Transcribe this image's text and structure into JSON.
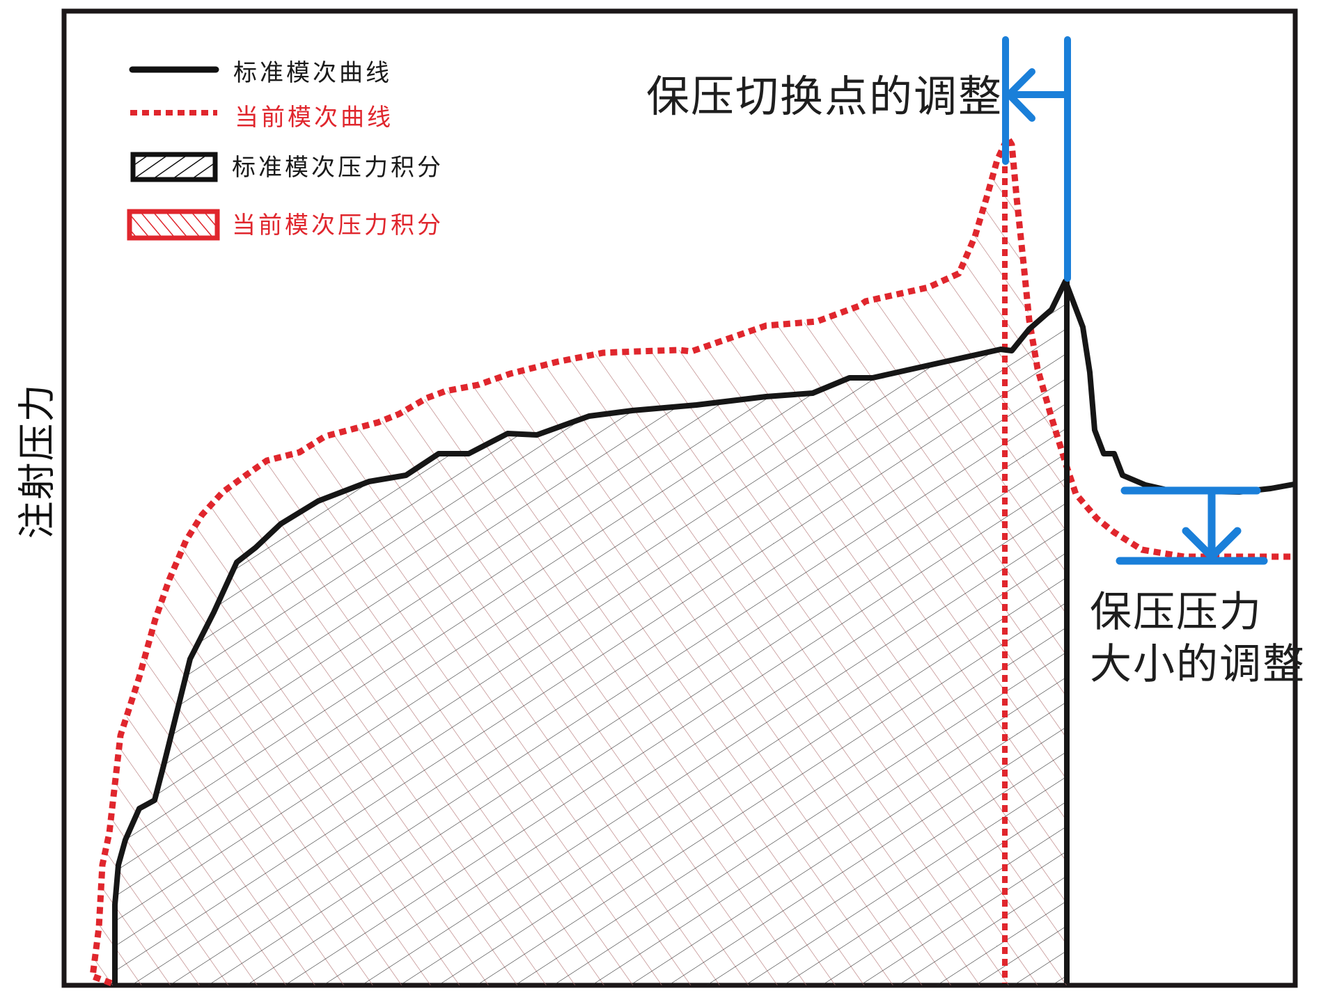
{
  "legend": {
    "items": [
      {
        "label": "标准模次曲线",
        "type": "solid-line",
        "color": "#111111"
      },
      {
        "label": "当前模次曲线",
        "type": "dotted-line",
        "color": "#e0262d"
      },
      {
        "label": "标准模次压力积分",
        "type": "hatched-box",
        "color": "#111111"
      },
      {
        "label": "当前模次压力积分",
        "type": "hatched-box",
        "color": "#e0262d"
      }
    ]
  },
  "axis": {
    "ylabel": "注射压力",
    "xlabel": ""
  },
  "annotations": {
    "switchover": "保压切换点的调整",
    "holding_pressure_line1": "保压压力",
    "holding_pressure_line2": "大小的调整",
    "arrow_color": "#1a7fd9"
  },
  "colors": {
    "standard": "#161616",
    "current": "#e0262d",
    "annotation": "#1a7fd9",
    "frame": "#1b1718"
  },
  "chart_data": {
    "type": "line",
    "title": "",
    "xlabel": "",
    "ylabel": "注射压力",
    "grid": false,
    "legend_position": "upper-left",
    "coordinate_note": "pixel coordinates within a 1920x1440 canvas; y increases downward; frame spans x 92-1860, y 16-1416",
    "series": [
      {
        "name": "标准模次曲线",
        "style": "solid",
        "color": "#161616",
        "points": [
          [
            165,
            1416
          ],
          [
            165,
            1300
          ],
          [
            170,
            1243
          ],
          [
            180,
            1207
          ],
          [
            200,
            1162
          ],
          [
            222,
            1150
          ],
          [
            235,
            1100
          ],
          [
            273,
            947
          ],
          [
            307,
            880
          ],
          [
            340,
            808
          ],
          [
            367,
            787
          ],
          [
            403,
            753
          ],
          [
            457,
            720
          ],
          [
            530,
            692
          ],
          [
            583,
            683
          ],
          [
            630,
            652
          ],
          [
            673,
            652
          ],
          [
            729,
            623
          ],
          [
            771,
            625
          ],
          [
            846,
            598
          ],
          [
            908,
            590
          ],
          [
            1000,
            582
          ],
          [
            1100,
            570
          ],
          [
            1167,
            565
          ],
          [
            1220,
            543
          ],
          [
            1253,
            543
          ],
          [
            1437,
            502
          ],
          [
            1453,
            504
          ],
          [
            1478,
            473
          ],
          [
            1510,
            445
          ],
          [
            1530,
            404
          ],
          [
            1555,
            470
          ],
          [
            1565,
            535
          ],
          [
            1572,
            618
          ],
          [
            1585,
            652
          ],
          [
            1600,
            652
          ],
          [
            1612,
            683
          ],
          [
            1645,
            697
          ],
          [
            1680,
            705
          ],
          [
            1780,
            707
          ],
          [
            1825,
            702
          ],
          [
            1860,
            696
          ]
        ]
      },
      {
        "name": "当前模次曲线",
        "style": "dotted",
        "color": "#e0262d",
        "points": [
          [
            160,
            1413
          ],
          [
            133,
            1403
          ],
          [
            142,
            1333
          ],
          [
            147,
            1243
          ],
          [
            157,
            1197
          ],
          [
            173,
            1057
          ],
          [
            200,
            973
          ],
          [
            223,
            890
          ],
          [
            243,
            833
          ],
          [
            267,
            777
          ],
          [
            290,
            740
          ],
          [
            320,
            707
          ],
          [
            353,
            683
          ],
          [
            383,
            662
          ],
          [
            430,
            650
          ],
          [
            467,
            627
          ],
          [
            543,
            607
          ],
          [
            573,
            595
          ],
          [
            613,
            572
          ],
          [
            640,
            562
          ],
          [
            687,
            553
          ],
          [
            733,
            537
          ],
          [
            800,
            520
          ],
          [
            866,
            507
          ],
          [
            915,
            505
          ],
          [
            975,
            503
          ],
          [
            993,
            505
          ],
          [
            1100,
            468
          ],
          [
            1173,
            462
          ],
          [
            1233,
            440
          ],
          [
            1243,
            433
          ],
          [
            1333,
            413
          ],
          [
            1377,
            393
          ],
          [
            1400,
            340
          ],
          [
            1418,
            280
          ],
          [
            1432,
            230
          ],
          [
            1447,
            198
          ],
          [
            1453,
            208
          ],
          [
            1460,
            285
          ],
          [
            1470,
            380
          ],
          [
            1478,
            460
          ],
          [
            1490,
            530
          ],
          [
            1510,
            600
          ],
          [
            1530,
            665
          ],
          [
            1545,
            710
          ],
          [
            1575,
            745
          ],
          [
            1600,
            765
          ],
          [
            1640,
            790
          ],
          [
            1700,
            800
          ],
          [
            1860,
            800
          ]
        ]
      },
      {
        "name": "当前模次压力积分",
        "style": "hatch",
        "color": "#e0262d",
        "region": "under current curve from start to switchover x=1443"
      },
      {
        "name": "标准模次压力积分",
        "style": "hatch",
        "color": "#161616",
        "region": "under standard curve from start to switchover x=1532"
      }
    ],
    "annotations": [
      {
        "text": "保压切换点的调整",
        "type": "horizontal-arrow",
        "from_x": 1532,
        "to_x": 1444,
        "y": 136
      },
      {
        "text": "保压压力大小的调整",
        "type": "vertical-arrow",
        "x": 1740,
        "from_y": 707,
        "to_y": 805
      }
    ]
  }
}
